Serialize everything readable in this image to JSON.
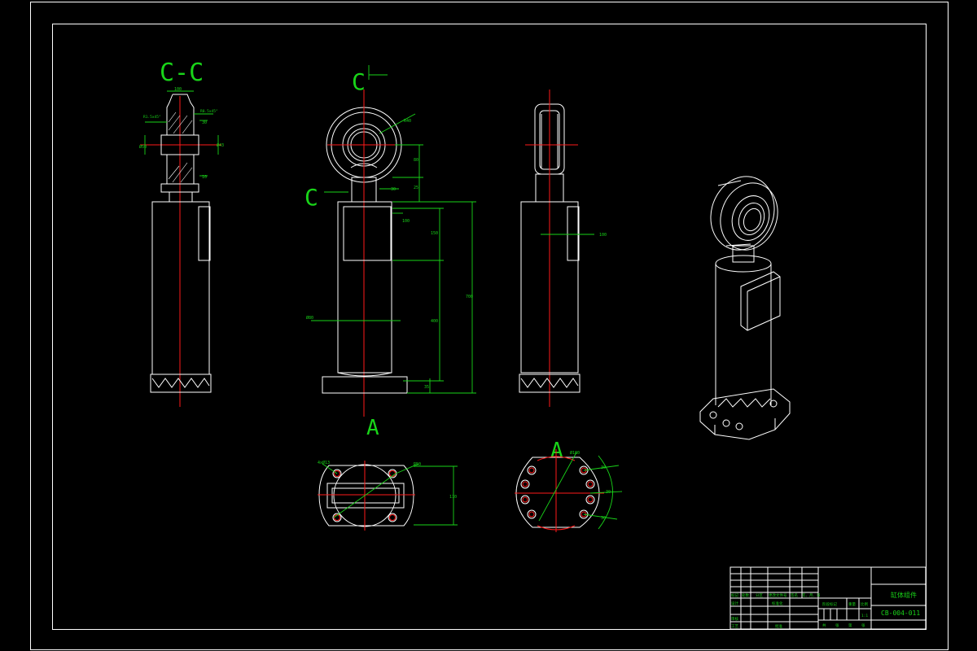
{
  "section_labels": {
    "cc_title": "C-C",
    "c_top": "C",
    "c_left": "C",
    "a_front": "A",
    "a_bottom": "A"
  },
  "dimensions": {
    "cc_top": "100",
    "cc_left_small": "R1.5x45°",
    "cc_right_small": "R0.5x45°",
    "cc_right_a": "30",
    "cc_left_b": "Ø50",
    "cc_right_c": "Ø43",
    "cc_right_d": "10",
    "front_r": "R40",
    "front_v1": "80",
    "front_v2": "25",
    "front_v3": "30",
    "front_h1": "100",
    "front_v4": "150",
    "front_total": "700",
    "front_v5": "400",
    "front_phi": "Ø80",
    "front_v6": "35",
    "side_dim": "100",
    "bottom_left_a": "4xØ13",
    "bottom_left_b": "R50",
    "bottom_left_c": "110",
    "bottom_right_a": "Ø180",
    "bottom_right_b": "30",
    "bottom_right_c": "30",
    "bottom_right_d": "30"
  },
  "title_block": {
    "part_name": "缸体组件",
    "drawing_no": "CB-004-011",
    "scale": "1:1",
    "r1": [
      "标记",
      "处数",
      "分区",
      "更改文件号",
      "签名",
      "年、月、日"
    ],
    "r2": [
      "设计",
      "",
      "标准化"
    ],
    "r3": [
      "审核",
      "",
      "工艺"
    ],
    "r4": [
      "阶段标记",
      "重量",
      "比例"
    ],
    "r5": [
      "共",
      "张",
      "第",
      "张"
    ],
    "approve": "批准"
  }
}
